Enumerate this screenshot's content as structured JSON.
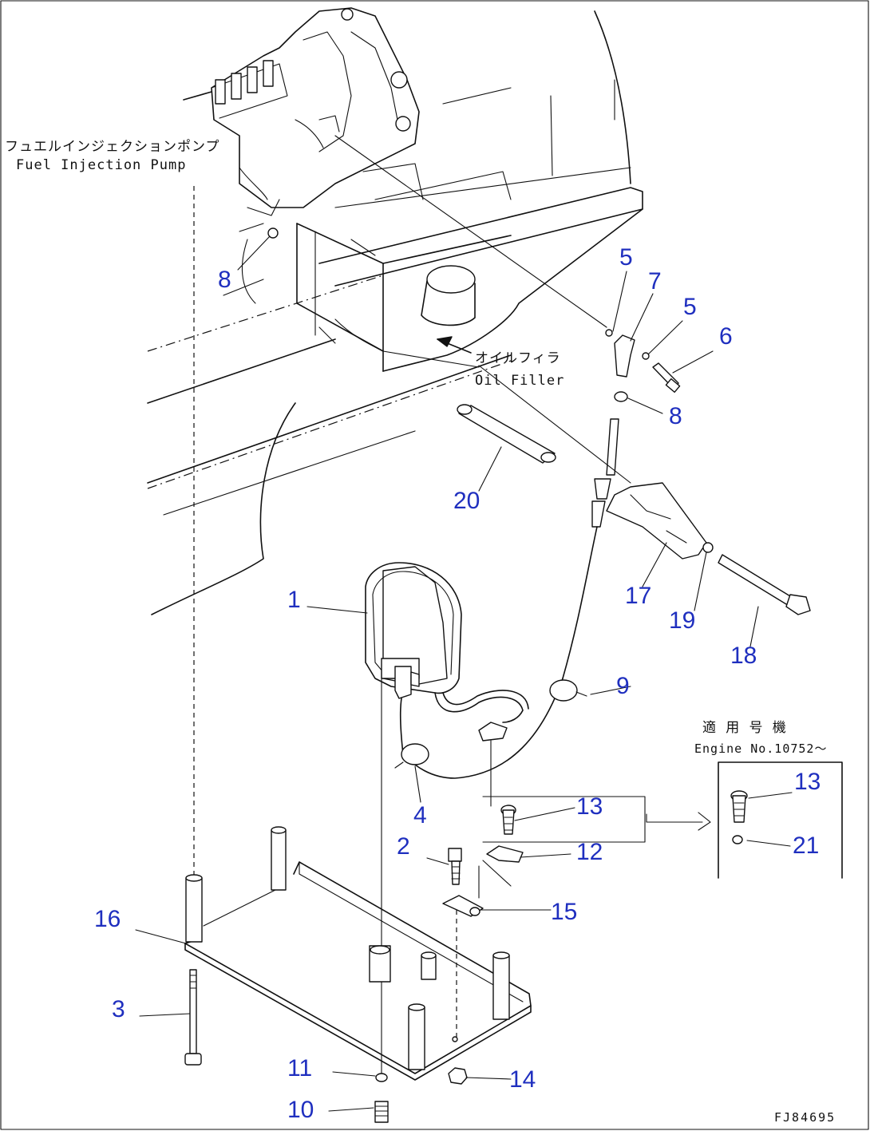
{
  "labels": {
    "fuel_pump_jp": "フュエルインジェクションポンプ",
    "fuel_pump_en": "Fuel Injection Pump",
    "oil_filler_jp": "オイルフィラ",
    "oil_filler_en": "Oil Filler",
    "serial_jp": "適 用 号 機",
    "serial_en": "Engine No.10752～",
    "drawing_code": "FJ84695"
  },
  "callouts": {
    "c1": "1",
    "c2": "2",
    "c3": "3",
    "c4": "4",
    "c5a": "5",
    "c5b": "5",
    "c6": "6",
    "c7": "7",
    "c8a": "8",
    "c8b": "8",
    "c9": "9",
    "c10": "10",
    "c11": "11",
    "c12": "12",
    "c13a": "13",
    "c13b": "13",
    "c14": "14",
    "c15": "15",
    "c16": "16",
    "c17": "17",
    "c18": "18",
    "c19": "19",
    "c20": "20",
    "c21": "21"
  },
  "colors": {
    "callout": "#1f2fbf",
    "line": "#111111",
    "background": "#ffffff"
  }
}
